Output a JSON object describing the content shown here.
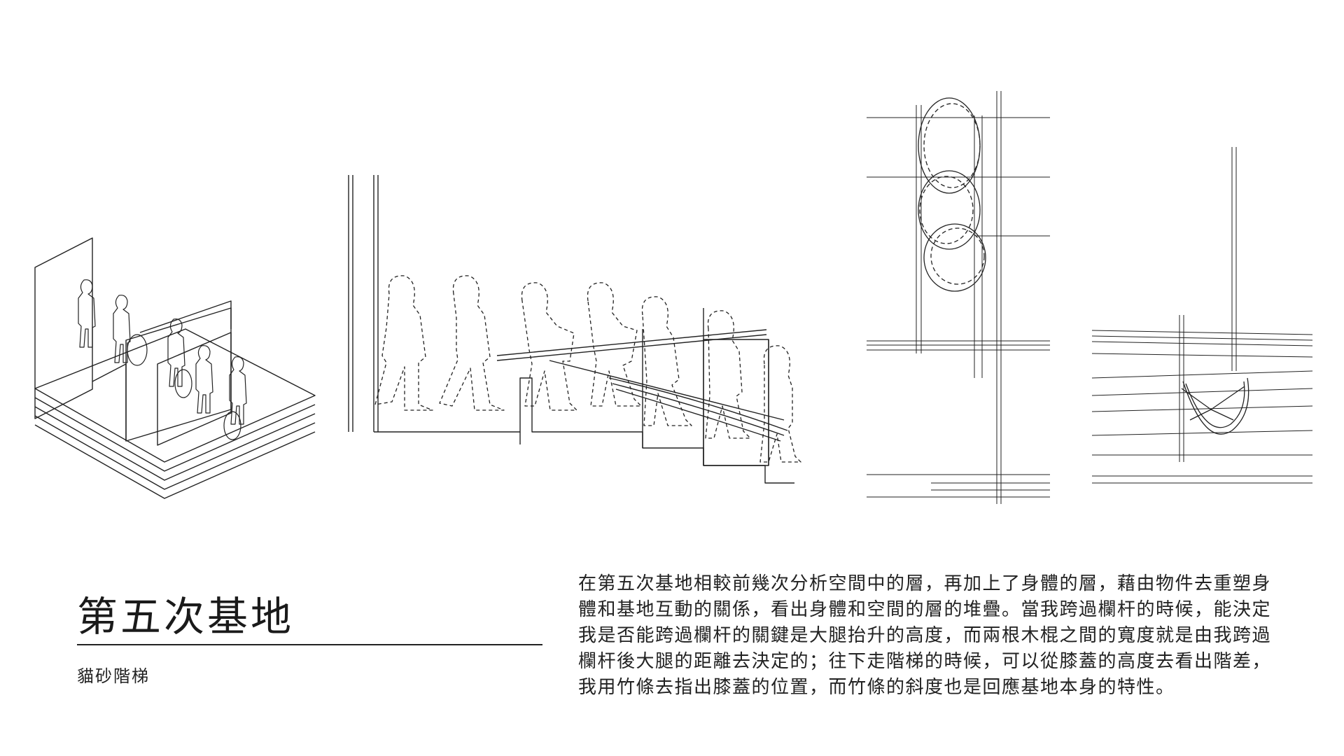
{
  "title": "第五次基地",
  "subtitle": "貓砂階梯",
  "description_lines": [
    "在第五次基地相較前幾次分析空間中的層，再加上了身體的層，藉由物件去重塑身",
    "體和基地互動的關係，看出身體和空間的層的堆疊。當我跨過欄杆的時候，能決定",
    "我是否能跨過欄杆的關鍵是大腿抬升的高度，而兩根木棍之間的寬度就是由我跨過",
    "欄杆後大腿的距離去決定的；往下走階梯的時候，可以從膝蓋的高度去看出階差，",
    "我用竹條去指出膝蓋的位置，而竹條的斜度也是回應基地本身的特性。"
  ]
}
